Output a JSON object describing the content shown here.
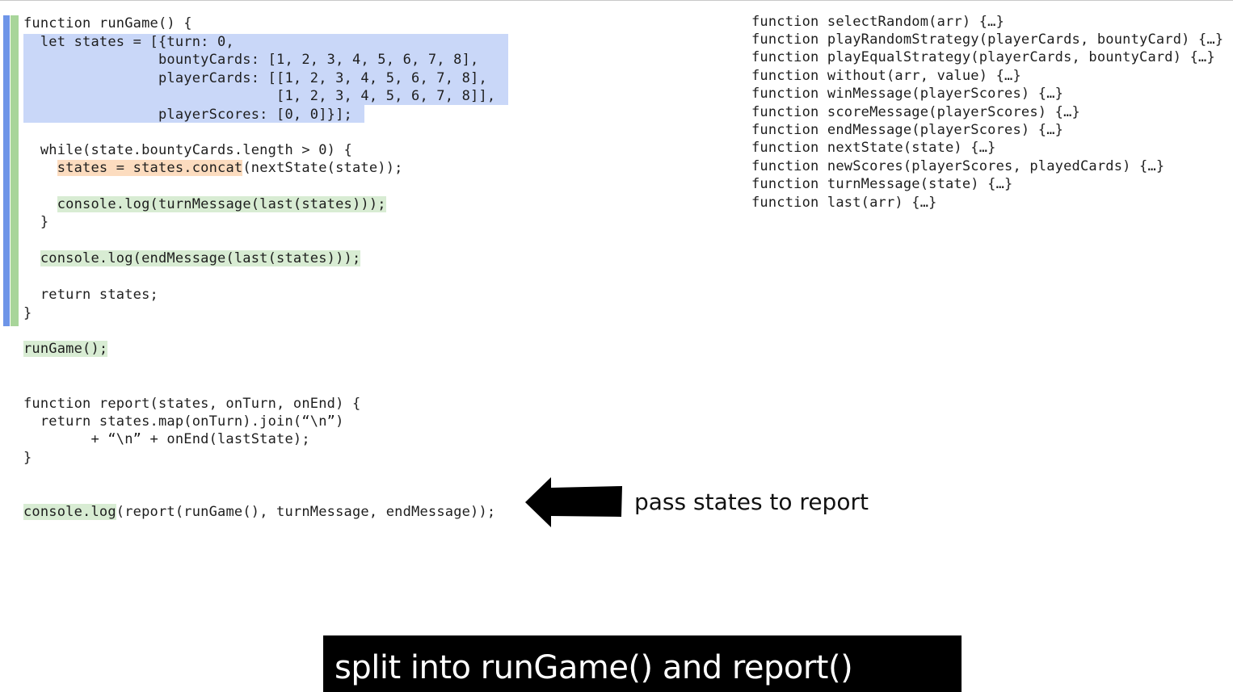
{
  "colors": {
    "highlight_blue": "#c9d7f8",
    "highlight_green": "#d8ecd3",
    "highlight_orange": "#fcdcbf",
    "gutter_blue": "#6e95e8",
    "gutter_green": "#a8d59a",
    "caption_background": "#000000",
    "caption_text": "#ffffff"
  },
  "run_game": {
    "l1": "function runGame() {",
    "l2": "  let states = [{turn: 0,",
    "l3": "                bountyCards: [1, 2, 3, 4, 5, 6, 7, 8],",
    "l4": "                playerCards: [[1, 2, 3, 4, 5, 6, 7, 8],",
    "l5": "                              [1, 2, 3, 4, 5, 6, 7, 8]],",
    "l6": "                playerScores: [0, 0]}];",
    "l7": "  while(state.bountyCards.length > 0) {",
    "l8_indent": "    ",
    "l8_hl": "states = states.concat",
    "l8_rest": "(nextState(state));",
    "l9_indent": "    ",
    "l9_hl": "console.log(turnMessage(last(states)));",
    "l10": "  }",
    "l11_indent": "  ",
    "l11_hl": "console.log(endMessage(last(states)));",
    "l12": "  return states;",
    "l13": "}"
  },
  "run_game_call": "runGame();",
  "report_fn": {
    "l1": "function report(states, onTurn, onEnd) {",
    "l2": "  return states.map(onTurn).join(“\\n”)",
    "l3": "        + “\\n” + onEnd(lastState);",
    "l4": "}"
  },
  "final_call": {
    "hl": "console.log",
    "rest": "(report(runGame(), turnMessage, endMessage));"
  },
  "function_list": [
    "function selectRandom(arr) {…}",
    "function playRandomStrategy(playerCards, bountyCard) {…}",
    "function playEqualStrategy(playerCards, bountyCard) {…}",
    "function without(arr, value) {…}",
    "function winMessage(playerScores) {…}",
    "function scoreMessage(playerScores) {…}",
    "function endMessage(playerScores) {…}",
    "function nextState(state) {…}",
    "function newScores(playerScores, playedCards) {…}",
    "function turnMessage(state) {…}",
    "function last(arr) {…}"
  ],
  "arrow_icon": "left-arrow-icon",
  "callout": "pass states to report",
  "caption": "split into runGame() and report()"
}
